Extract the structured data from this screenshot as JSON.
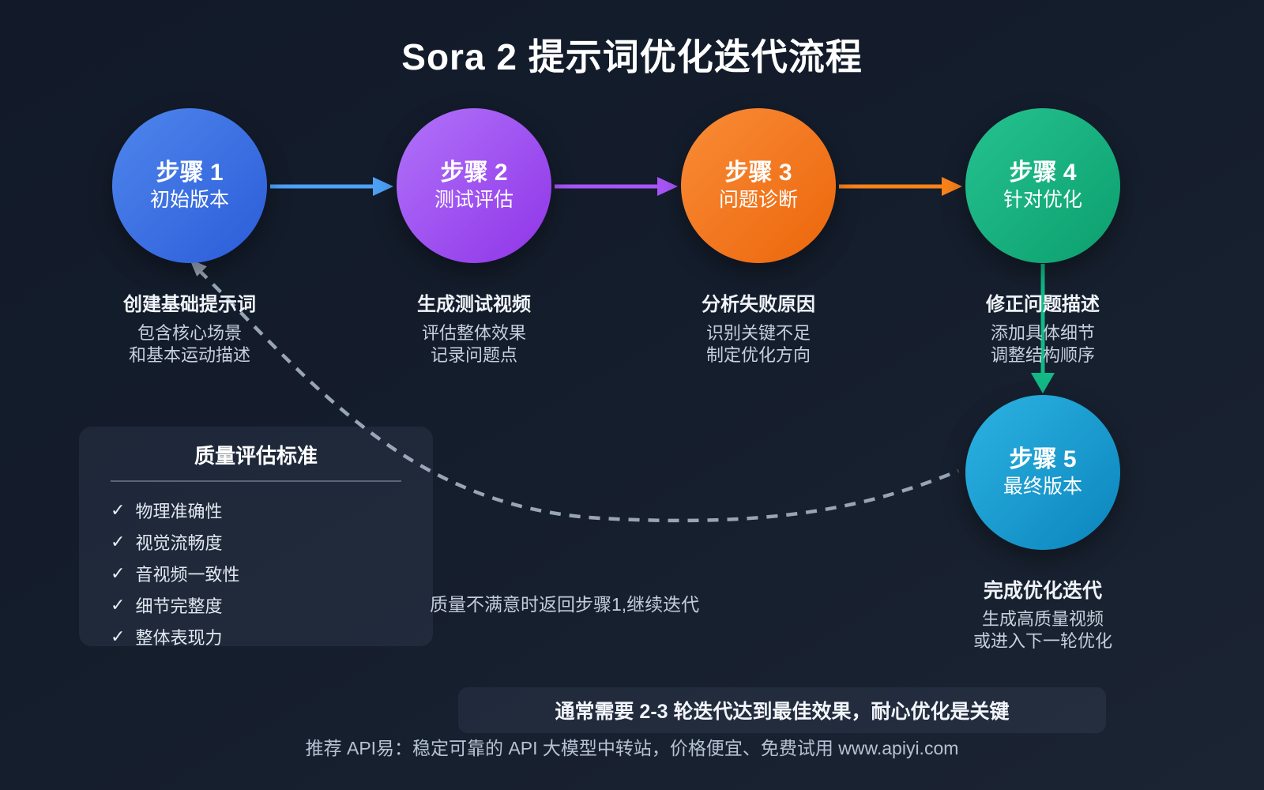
{
  "title": "Sora 2 提示词优化迭代流程",
  "steps": [
    {
      "label": "步骤 1",
      "sublabel": "初始版本",
      "desc_title": "创建基础提示词",
      "desc_line1": "包含核心场景",
      "desc_line2": "和基本运动描述",
      "color": "#3b6ee0"
    },
    {
      "label": "步骤 2",
      "sublabel": "测试评估",
      "desc_title": "生成测试视频",
      "desc_line1": "评估整体效果",
      "desc_line2": "记录问题点",
      "color": "#a050f0"
    },
    {
      "label": "步骤 3",
      "sublabel": "问题诊断",
      "desc_title": "分析失败原因",
      "desc_line1": "识别关键不足",
      "desc_line2": "制定优化方向",
      "color": "#f3791f"
    },
    {
      "label": "步骤 4",
      "sublabel": "针对优化",
      "desc_title": "修正问题描述",
      "desc_line1": "添加具体细节",
      "desc_line2": "调整结构顺序",
      "color": "#17b07e"
    },
    {
      "label": "步骤 5",
      "sublabel": "最终版本",
      "desc_title": "完成优化迭代",
      "desc_line1": "生成高质量视频",
      "desc_line2": "或进入下一轮优化",
      "color": "#1a9ed2"
    }
  ],
  "arrow_colors": {
    "step1_to_step2": "#4ea1f7",
    "step2_to_step3": "#a855f7",
    "step3_to_step4": "#f9821a",
    "step4_to_step5": "#12b886",
    "return_dashed": "#98a5b5"
  },
  "panel": {
    "title": "质量评估标准",
    "check": "✓",
    "items": [
      "物理准确性",
      "视觉流畅度",
      "音视频一致性",
      "细节完整度",
      "整体表现力"
    ]
  },
  "return_note": "质量不满意时返回步骤1,继续迭代",
  "banner": "通常需要 2-3 轮迭代达到最佳效果，耐心优化是关键",
  "footer": "推荐 API易：稳定可靠的 API 大模型中转站，价格便宜、免费试用 www.apiyi.com",
  "background_color": "#141d2c"
}
